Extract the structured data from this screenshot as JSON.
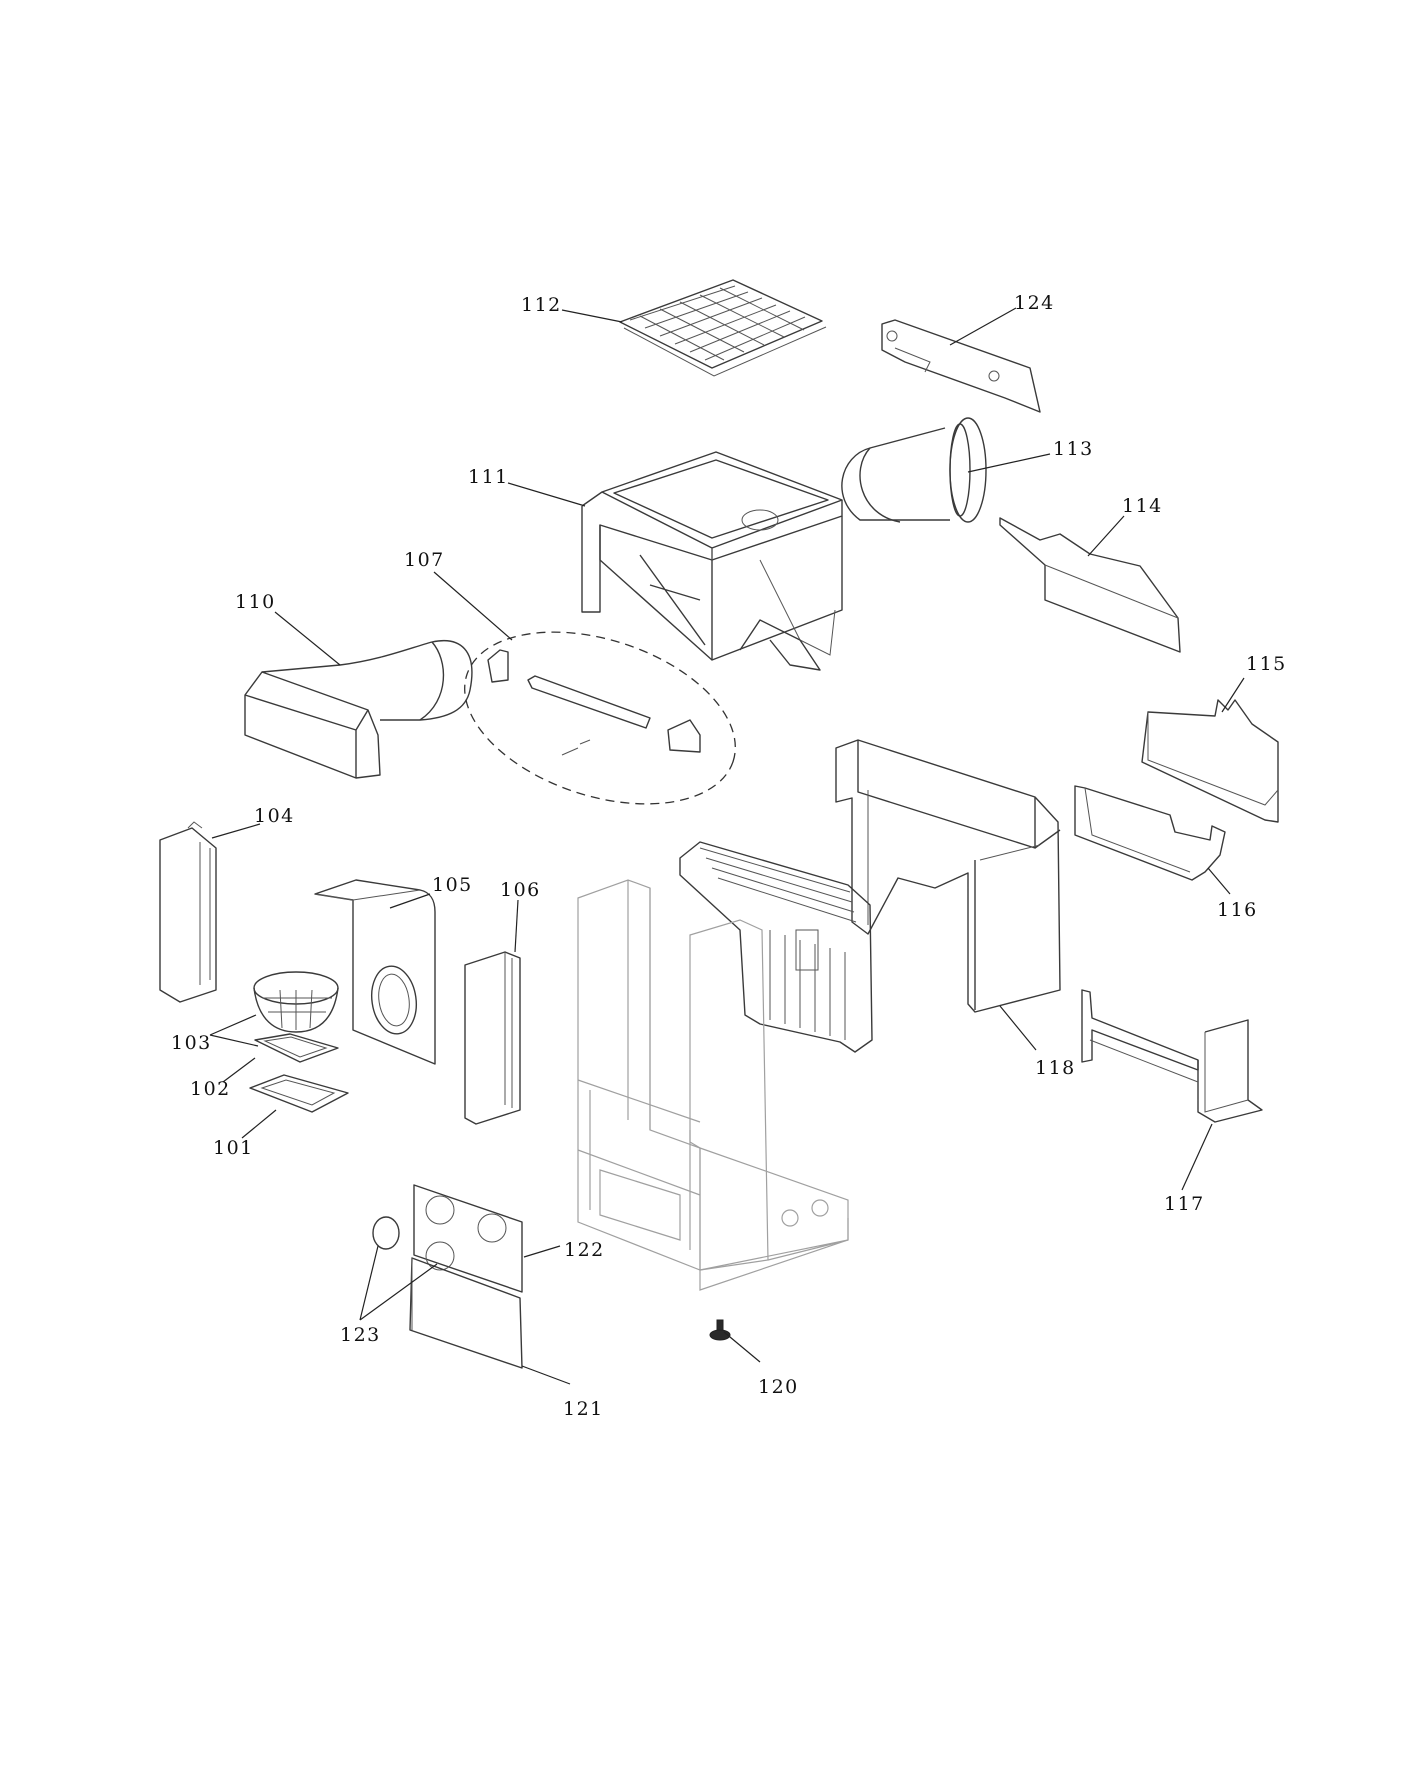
{
  "diagram": {
    "labels": {
      "p101": "101",
      "p102": "102",
      "p103": "103",
      "p104": "104",
      "p105": "105",
      "p106": "106",
      "p107": "107",
      "p110": "110",
      "p111": "111",
      "p112": "112",
      "p113": "113",
      "p114": "114",
      "p115": "115",
      "p116": "116",
      "p117": "117",
      "p118": "118",
      "p120": "120",
      "p121": "121",
      "p122": "122",
      "p123": "123",
      "p124": "124"
    }
  }
}
